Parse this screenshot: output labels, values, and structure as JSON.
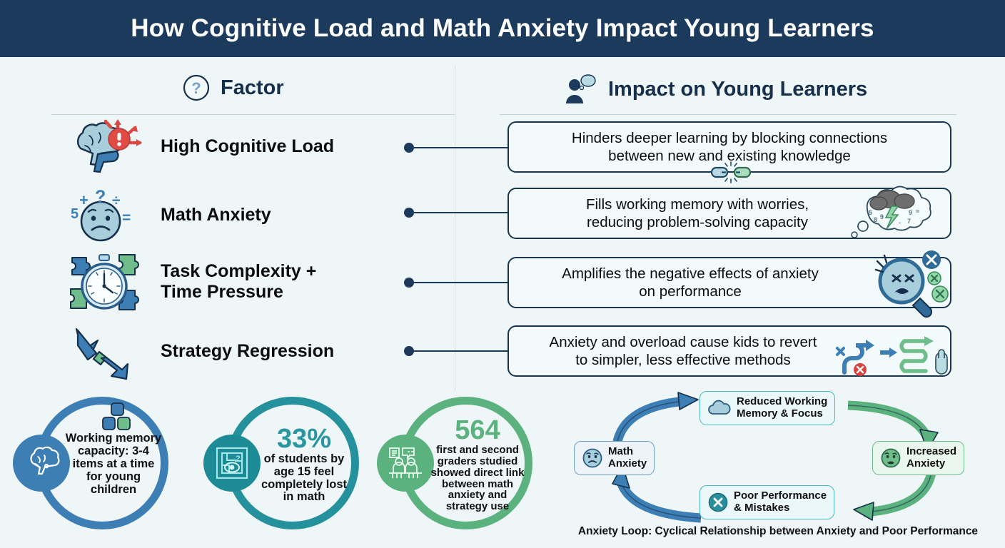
{
  "header": {
    "title": "How Cognitive Load and Math Anxiety Impact Young Learners"
  },
  "columns": {
    "factor": {
      "label": "Factor",
      "icon": "question-mark-circle-icon"
    },
    "impact": {
      "label": "Impact on Young Learners",
      "icon": "person-thought-bubble-icon"
    }
  },
  "rows": [
    {
      "factor_label": "High Cognitive Load",
      "factor_icon": "brain-alert-icon",
      "impact_text": "Hinders deeper learning by blocking connections\nbetween new and existing knowledge",
      "impact_icon": "broken-chain-link-icon"
    },
    {
      "factor_label": "Math Anxiety",
      "factor_icon": "worried-face-math-symbols-icon",
      "impact_text": "Fills working memory with worries,\nreducing problem-solving capacity",
      "impact_icon": "storm-cloud-thought-icon"
    },
    {
      "factor_label": "Task Complexity +\nTime Pressure",
      "factor_icon": "stopwatch-puzzle-icon",
      "impact_text": "Amplifies the negative effects of anxiety\non performance",
      "impact_icon": "magnifier-distressed-face-icon"
    },
    {
      "factor_label": "Strategy Regression",
      "factor_icon": "downward-arrow-icon",
      "impact_text": "Anxiety and overload cause kids to revert\nto simpler, less effective methods",
      "impact_icon": "winding-path-arrows-icon"
    }
  ],
  "stats": [
    {
      "number": "",
      "description": "Working memory\ncapacity: 3-4\nitems at a time\nfor young\nchildren",
      "icon": "brain-outline-icon",
      "ring_color": "#3d7fb5",
      "badge_color": "#3d7fb5",
      "number_color": "#3d7fb5"
    },
    {
      "number": "33%",
      "description": "of students by\nage 15 feel\ncompletely lost\nin math",
      "icon": "maze-eye-icon",
      "ring_color": "#25919c",
      "badge_color": "#1c8b96",
      "number_color": "#2a96a0"
    },
    {
      "number": "564",
      "description": "first and second\ngraders studied\nshowed direct link\nbetween math\nanxiety and\nstrategy use",
      "icon": "classroom-students-icon",
      "ring_color": "#5cb27e",
      "badge_color": "#5cb27e",
      "number_color": "#5cb27e"
    }
  ],
  "loop": {
    "caption": "Anxiety Loop: Cyclical Relationship between Anxiety and Poor Performance",
    "nodes": [
      {
        "label": "Math\nAnxiety",
        "icon": "sad-face-blue-icon",
        "border": "#6f9ec4",
        "fill": "#eef3fa"
      },
      {
        "label": "Reduced Working\nMemory & Focus",
        "icon": "cloud-icon",
        "border": "#4fb8bd",
        "fill": "#eaf8fb"
      },
      {
        "label": "Increased\nAnxiety",
        "icon": "sad-face-green-icon",
        "border": "#6fbd8a",
        "fill": "#eaf7ee"
      },
      {
        "label": "Poor Performance\n& Mistakes",
        "icon": "x-circle-icon",
        "border": "#4fb8bd",
        "fill": "#eaf8fb"
      }
    ],
    "arrow_colors": {
      "blue": "#3d7fb5",
      "green": "#5cb27e"
    }
  },
  "colors": {
    "header_bg": "#1b3a5c",
    "page_bg": "#eef6f8",
    "accent_navy": "#18374f",
    "box_fill": "#f3fafc"
  }
}
